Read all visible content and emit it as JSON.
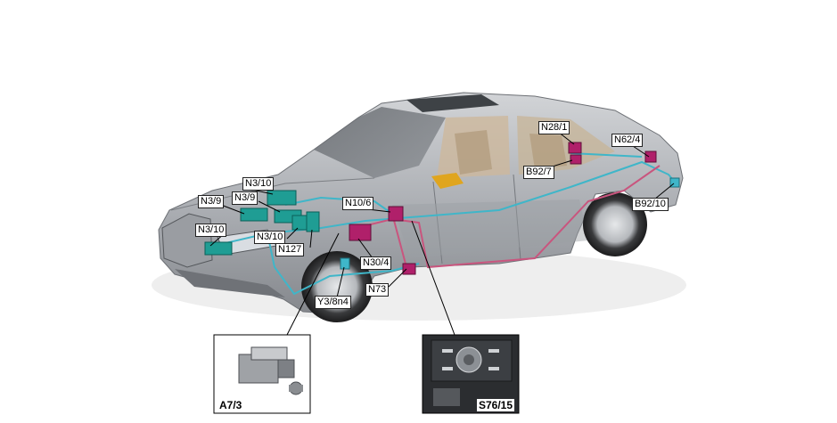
{
  "labels": {
    "n3_10_top": "N3/10",
    "n3_9_mid": "N3/9",
    "n3_9_left": "N3/9",
    "n3_10_left": "N3/10",
    "n3_10_mid": "N3/10",
    "n127": "N127",
    "n10_6": "N10/6",
    "n30_4": "N30/4",
    "n73": "N73",
    "y3_8n4": "Y3/8n4",
    "n28_1": "N28/1",
    "b92_7": "B92/7",
    "n62_4": "N62/4",
    "b92_10": "B92/10"
  },
  "insets": {
    "a7_3": "A7/3",
    "s76_15": "S76/15"
  },
  "colors": {
    "body": "#b3b6ba",
    "module_teal": "#1f9d94",
    "module_magenta": "#b0206a",
    "wire_cyan": "#3fb6c9",
    "wire_pink": "#c9557e"
  }
}
